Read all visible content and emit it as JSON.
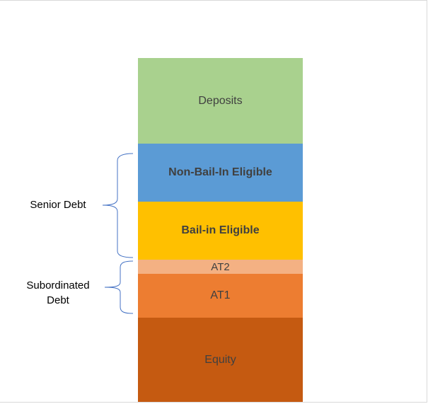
{
  "layers": [
    {
      "label": "Deposits",
      "color": "#a9d18e"
    },
    {
      "label": "Non-Bail-In Eligible",
      "color": "#5b9bd5"
    },
    {
      "label": "Bail-in Eligible",
      "color": "#ffc000"
    },
    {
      "label": "AT2",
      "color": "#f4b183"
    },
    {
      "label": "AT1",
      "color": "#ed7d31"
    },
    {
      "label": "Equity",
      "color": "#c55a11"
    }
  ],
  "groups": {
    "senior": {
      "line1": "Senior Debt"
    },
    "subordinated": {
      "line1": "Subordinated",
      "line2": "Debt"
    }
  },
  "brace_color": "#4472c4"
}
